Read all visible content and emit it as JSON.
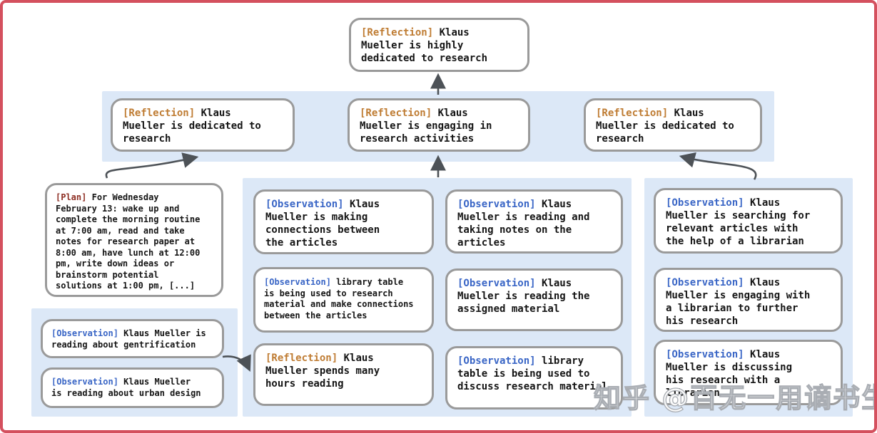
{
  "colors": {
    "frame_border": "#d4505e",
    "panel_blue": "#dce8f7",
    "node_border": "#9a9a9a",
    "arrow": "#4d5257",
    "tag_reflection": "#bf7c33",
    "tag_plan": "#8e2f24",
    "tag_observation": "#3a66c6"
  },
  "watermark": "知乎 @百无一用谪书生",
  "nodes": {
    "top_reflection": {
      "tag": "[Reflection]",
      "text": "Klaus\nMueller is highly\ndedicated to research"
    },
    "r2_left": {
      "tag": "[Reflection]",
      "text": "Klaus\nMueller is dedicated to\nresearch"
    },
    "r2_mid": {
      "tag": "[Reflection]",
      "text": "Klaus\nMueller is engaging in\nresearch activities"
    },
    "r2_right": {
      "tag": "[Reflection]",
      "text": "Klaus\nMueller is dedicated to\nresearch"
    },
    "plan": {
      "tag": "[Plan]",
      "text": "For Wednesday\nFebruary 13: wake up and\ncomplete the morning routine\nat 7:00 am, read and take\nnotes for research paper at\n8:00 am, have lunch at 12:00\npm, write down ideas or\nbrainstorm potential\nsolutions at 1:00 pm, [...]"
    },
    "bl_obs1": {
      "tag": "[Observation]",
      "text": "Klaus Mueller is\nreading about gentrification"
    },
    "bl_obs2": {
      "tag": "[Observation]",
      "text": "Klaus Mueller\nis reading about urban design"
    },
    "a1": {
      "tag": "[Observation]",
      "text": "Klaus\nMueller is making\nconnections between\nthe articles"
    },
    "a2": {
      "tag": "[Observation]",
      "text": "library table\nis being used to research\nmaterial and make connections\nbetween the articles"
    },
    "a3": {
      "tag": "[Reflection]",
      "text": "Klaus\nMueller spends many\nhours reading"
    },
    "b1": {
      "tag": "[Observation]",
      "text": "Klaus\nMueller is reading and\ntaking notes on the\narticles"
    },
    "b2": {
      "tag": "[Observation]",
      "text": "Klaus\nMueller is reading the\nassigned material"
    },
    "b3": {
      "tag": "[Observation]",
      "text": "library\ntable is being used to\ndiscuss research material"
    },
    "c1": {
      "tag": "[Observation]",
      "text": "Klaus\nMueller is searching for\nrelevant articles with\nthe help of a librarian"
    },
    "c2": {
      "tag": "[Observation]",
      "text": "Klaus\nMueller is engaging with\na librarian to further\nhis research"
    },
    "c3": {
      "tag": "[Observation]",
      "text": "Klaus\nMueller is discussing\nhis research with a\nlibrarian"
    }
  }
}
